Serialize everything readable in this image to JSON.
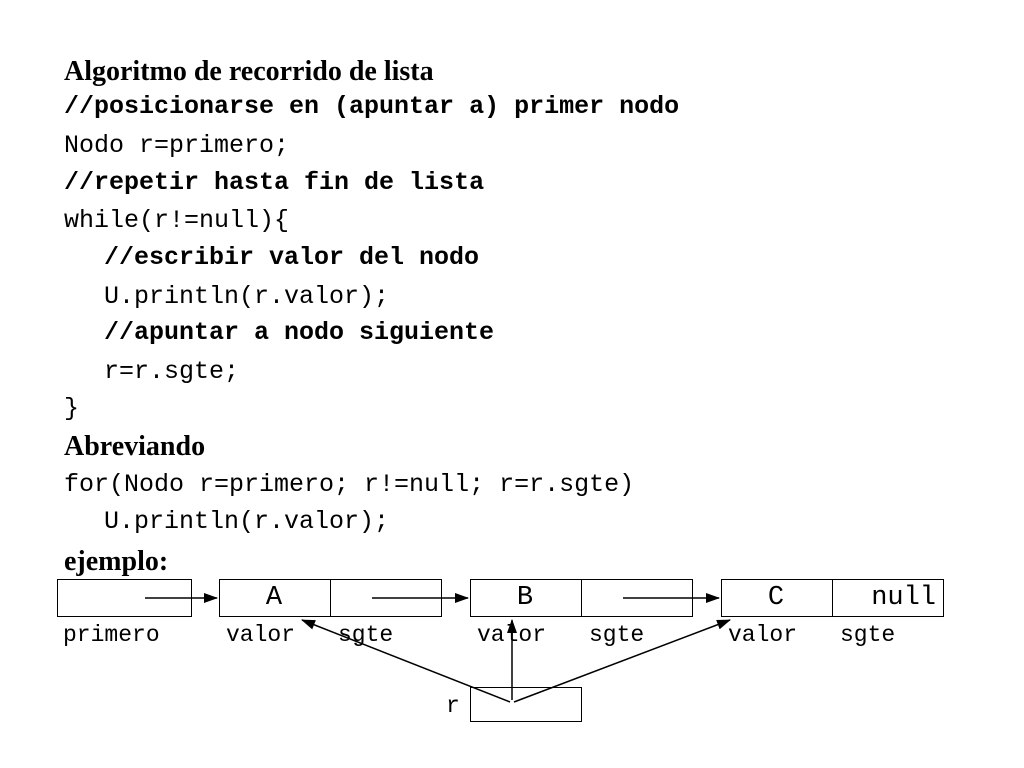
{
  "title": "Algoritmo de recorrido de lista",
  "code1": [
    {
      "text": "//posicionarse en (apuntar a) primer nodo",
      "style": "comment"
    },
    {
      "text": "Nodo r=primero;",
      "style": "code"
    },
    {
      "text": "//repetir hasta fin de lista",
      "style": "comment"
    },
    {
      "text": "while(r!=null){",
      "style": "code"
    },
    {
      "text": "//escribir valor del nodo",
      "style": "comment"
    },
    {
      "text": "U.println(r.valor);",
      "style": "code"
    },
    {
      "text": "//apuntar a nodo siguiente",
      "style": "comment"
    },
    {
      "text": "r=r.sgte;",
      "style": "code"
    },
    {
      "text": "}",
      "style": "code"
    }
  ],
  "heading2": "Abreviando",
  "code2": [
    {
      "text": "for(Nodo r=primero; r!=null; r=r.sgte)",
      "style": "code"
    },
    {
      "text": "U.println(r.valor);",
      "style": "code"
    }
  ],
  "heading3": "ejemplo:",
  "diagram": {
    "primero_label": "primero",
    "nodes": [
      {
        "valor": "A",
        "sgte": ""
      },
      {
        "valor": "B",
        "sgte": ""
      },
      {
        "valor": "C",
        "sgte": "null"
      }
    ],
    "field_labels": {
      "valor": "valor",
      "sgte": "sgte"
    },
    "r_label": "r"
  }
}
